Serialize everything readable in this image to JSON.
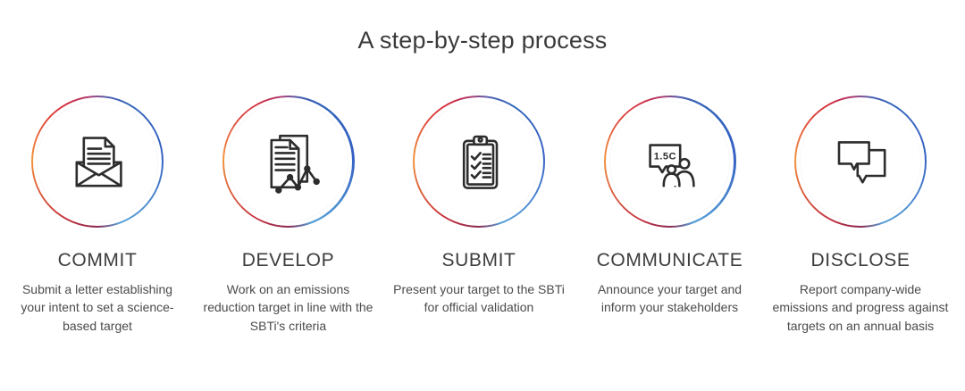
{
  "title": "A step-by-step process",
  "steps": [
    {
      "label": "COMMIT",
      "description": "Submit a letter establishing your intent to set a science-based target",
      "icon": "envelope-letter-icon"
    },
    {
      "label": "DEVELOP",
      "description": "Work on an emissions reduction target in line with the SBTi's criteria",
      "icon": "documents-trend-chart-icon"
    },
    {
      "label": "SUBMIT",
      "description": "Present your target to the SBTi for official validation",
      "icon": "clipboard-checklist-icon"
    },
    {
      "label": "COMMUNICATE",
      "description": "Announce your target and inform your stakeholders",
      "icon": "speech-bubble-people-icon",
      "bubble_text": "1.5C"
    },
    {
      "label": "DISCLOSE",
      "description": "Report company-wide emissions and progress against targets on an annual basis",
      "icon": "speech-bubbles-icon"
    }
  ],
  "ring_gradient": {
    "orange": "#F2953F",
    "red": "#D42B3C",
    "purple": "#B13A6E",
    "blue": "#3560C4",
    "light_blue": "#55A0D8"
  },
  "text_colors": {
    "title": "#3B3B3B",
    "label": "#3D3D3D",
    "description": "#4B4B4B",
    "icon_stroke": "#2D2D2D"
  }
}
